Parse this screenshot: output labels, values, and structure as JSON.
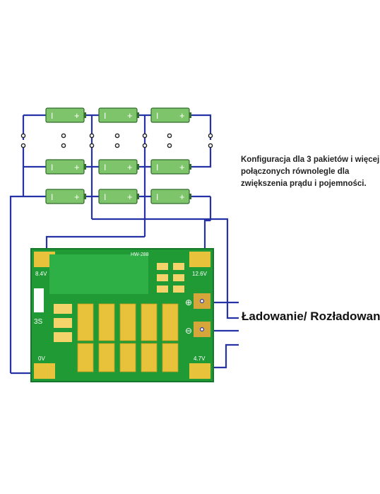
{
  "colors": {
    "wire": "#2533a6",
    "cell_body": "#7dc46a",
    "cell_edge": "#2f6b2a",
    "pcb": "#1f9a35",
    "pcb_trace": "#2fb046",
    "pad": "#e8c23a",
    "terminal": "#d7a63a"
  },
  "cells": {
    "minus": "I",
    "plus": "+"
  },
  "caption": {
    "line1": "Konfiguracja dla 3 pakietów i więcej",
    "line2": "połączonych równolegle dla",
    "line3": "zwiększenia prądu i pojemności."
  },
  "charge_label": "Ładowanie/ Rozładowanie",
  "board": {
    "model": "HW-288",
    "label_8v4": "8.4V",
    "label_12v6": "12.6V",
    "label_0v": "0V",
    "label_4v2": "4.7V",
    "label_3s": "3S",
    "plus_symbol": "⊕",
    "minus_symbol": "⊖"
  }
}
